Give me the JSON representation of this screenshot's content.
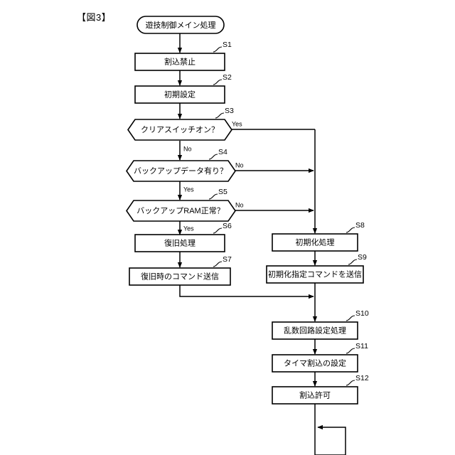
{
  "figure": {
    "caption": "【図3】",
    "start_node": {
      "label": "遊技制御メイン処理"
    },
    "loop_back": {
      "label": ""
    }
  },
  "steps": [
    {
      "id": "S1",
      "code": "S1",
      "label": "割込禁止",
      "shape": "process"
    },
    {
      "id": "S2",
      "code": "S2",
      "label": "初期設定",
      "shape": "process"
    },
    {
      "id": "S3",
      "code": "S3",
      "label": "クリアスイッチオン？",
      "shape": "decision",
      "yes": "Yes",
      "no": "No"
    },
    {
      "id": "S4",
      "code": "S4",
      "label": "バックアップデータ有り？",
      "shape": "decision",
      "yes": "Yes",
      "no": "No"
    },
    {
      "id": "S5",
      "code": "S5",
      "label": "バックアップRAM正常？",
      "shape": "decision",
      "yes": "Yes",
      "no": "No"
    },
    {
      "id": "S6",
      "code": "S6",
      "label": "復旧処理",
      "shape": "process"
    },
    {
      "id": "S7",
      "code": "S7",
      "label": "復旧時のコマンド送信",
      "shape": "process"
    },
    {
      "id": "S8",
      "code": "S8",
      "label": "初期化処理",
      "shape": "process"
    },
    {
      "id": "S9",
      "code": "S9",
      "label": "初期化指定コマンドを送信",
      "shape": "process"
    },
    {
      "id": "S10",
      "code": "S10",
      "label": "乱数回路設定処理",
      "shape": "process"
    },
    {
      "id": "S11",
      "code": "S11",
      "label": "タイマ割込の設定",
      "shape": "process"
    },
    {
      "id": "S12",
      "code": "S12",
      "label": "割込許可",
      "shape": "process"
    }
  ],
  "branch_labels": {
    "s3_yes": "Yes",
    "s3_no": "No",
    "s4_no": "No",
    "s4_yes": "Yes",
    "s5_no": "No",
    "s5_yes": "Yes"
  },
  "colors": {
    "stroke": "#000000",
    "fill": "#ffffff",
    "background": "#ffffff"
  }
}
